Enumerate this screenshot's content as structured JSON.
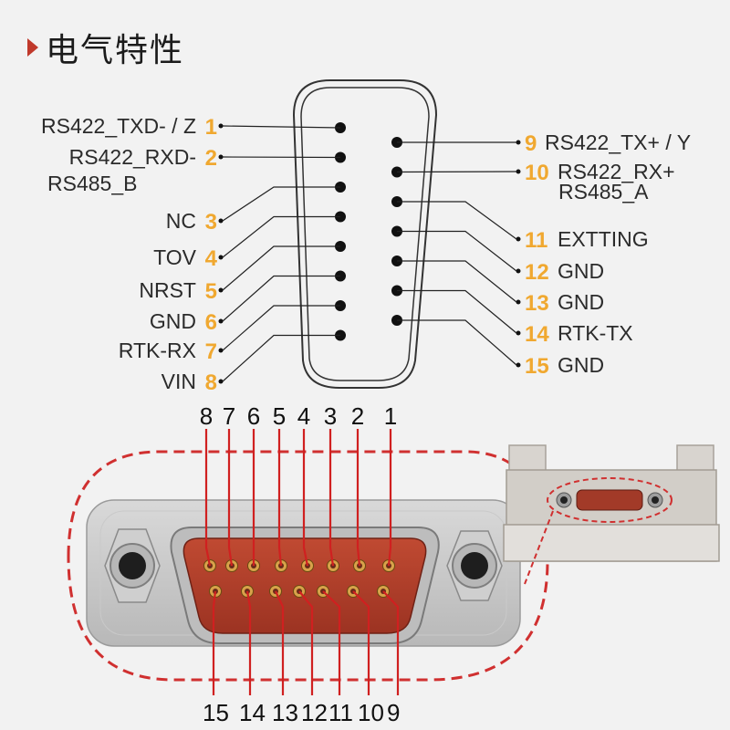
{
  "title": "电气特性",
  "colors": {
    "accent": "#f0a830",
    "pointer": "#c0392b",
    "dashed": "#d03030",
    "connector": "#b5412c"
  },
  "pins_left": [
    {
      "num": "1",
      "label": "RS422_TXD- / Z"
    },
    {
      "num": "2",
      "label": "RS422_RXD-",
      "label2": "RS485_B"
    },
    {
      "num": "3",
      "label": "NC"
    },
    {
      "num": "4",
      "label": "TOV"
    },
    {
      "num": "5",
      "label": "NRST"
    },
    {
      "num": "6",
      "label": "GND"
    },
    {
      "num": "7",
      "label": "RTK-RX"
    },
    {
      "num": "8",
      "label": "VIN"
    }
  ],
  "pins_right": [
    {
      "num": "9",
      "label": "RS422_TX+ / Y"
    },
    {
      "num": "10",
      "label": "RS422_RX+",
      "label2": "RS485_A"
    },
    {
      "num": "11",
      "label": "EXTTING"
    },
    {
      "num": "12",
      "label": "GND"
    },
    {
      "num": "13",
      "label": "GND"
    },
    {
      "num": "14",
      "label": "RTK-TX"
    },
    {
      "num": "15",
      "label": "GND"
    }
  ],
  "bottom_top_labels": [
    "8",
    "7",
    "6",
    "5",
    "4",
    "3",
    "2",
    "1"
  ],
  "bottom_bottom_labels": [
    "15",
    "14",
    "13",
    "12",
    "11",
    "10",
    "9"
  ]
}
